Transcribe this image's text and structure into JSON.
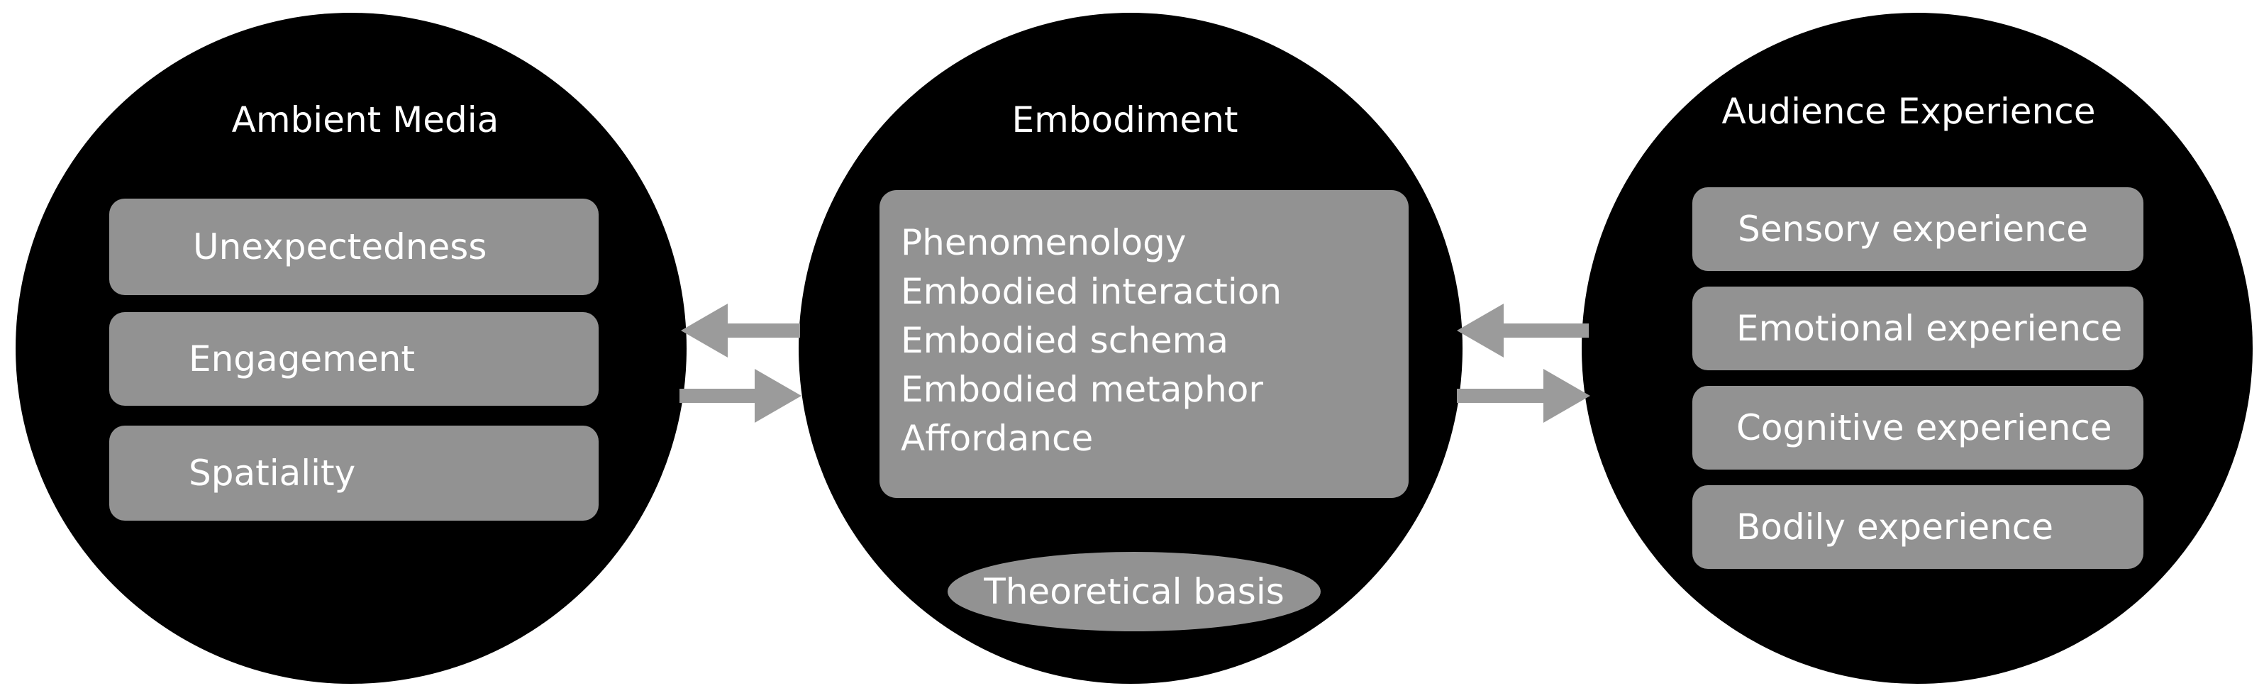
{
  "colors": {
    "circle": "#000000",
    "box": "#929292",
    "arrow": "#9b9b9b",
    "text": "#ffffff"
  },
  "ambient_media": {
    "title": "Ambient Media",
    "items": [
      "Unexpectedness",
      "Engagement",
      "Spatiality"
    ]
  },
  "embodiment": {
    "title": "Embodiment",
    "concepts": [
      "Phenomenology",
      "Embodied interaction",
      "Embodied schema",
      "Embodied metaphor",
      "Affordance"
    ],
    "basis_label": "Theoretical basis"
  },
  "audience_experience": {
    "title": "Audience Experience",
    "items": [
      "Sensory experience",
      "Emotional experience",
      "Cognitive experience",
      "Bodily experience"
    ]
  }
}
